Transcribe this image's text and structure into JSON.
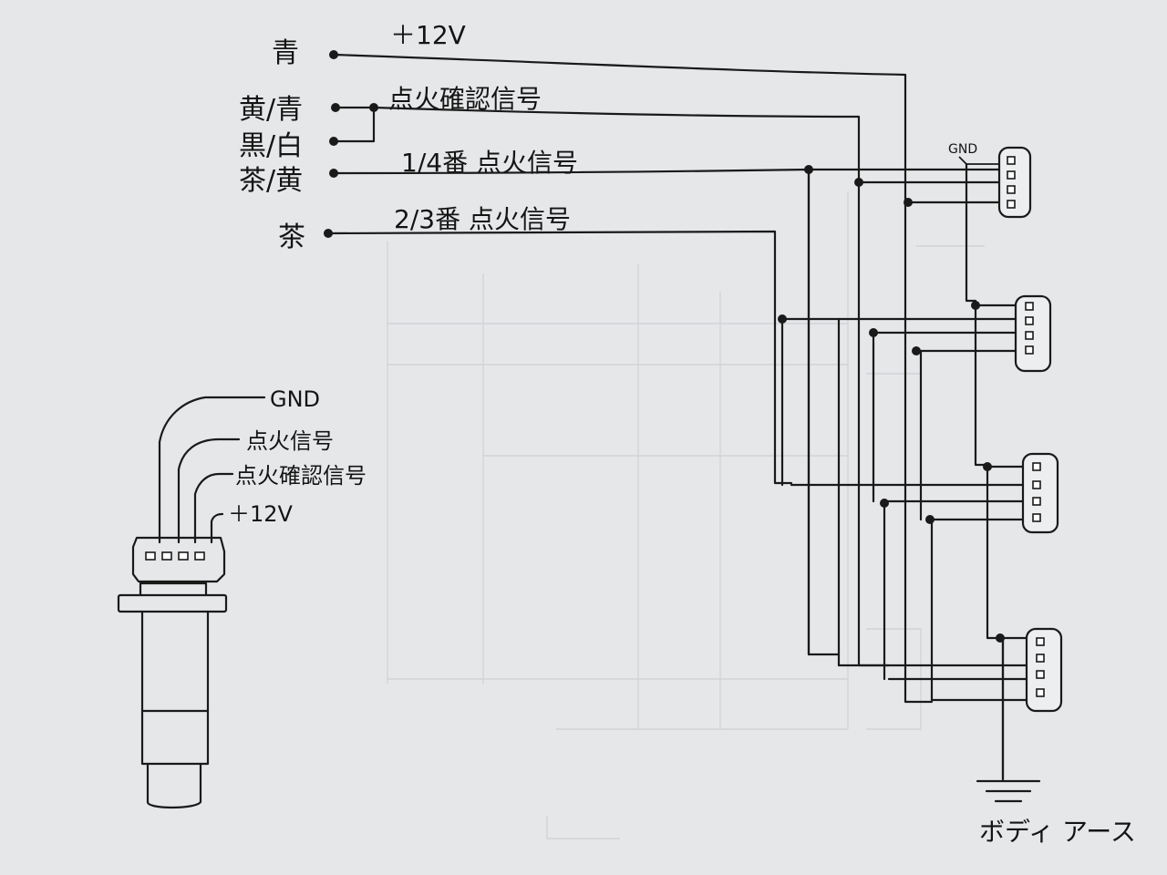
{
  "diagram": {
    "wire_labels": {
      "plus12v": "＋12V",
      "confirm": "点火確認信号",
      "ignition_14": "1/4番 点火信号",
      "ignition_23": "2/3番 点火信号"
    },
    "terminals": {
      "blue": "青",
      "yellow_blue": "黄/青",
      "black_white": "黒/白",
      "brown_yellow": "茶/黄",
      "brown": "茶"
    },
    "gnd_label": "GND",
    "ground_label": "ボディ アース",
    "coil_pinout": {
      "gnd": "GND",
      "ignition": "点火信号",
      "confirm": "点火確認信号",
      "plus12v": "＋12V"
    }
  }
}
